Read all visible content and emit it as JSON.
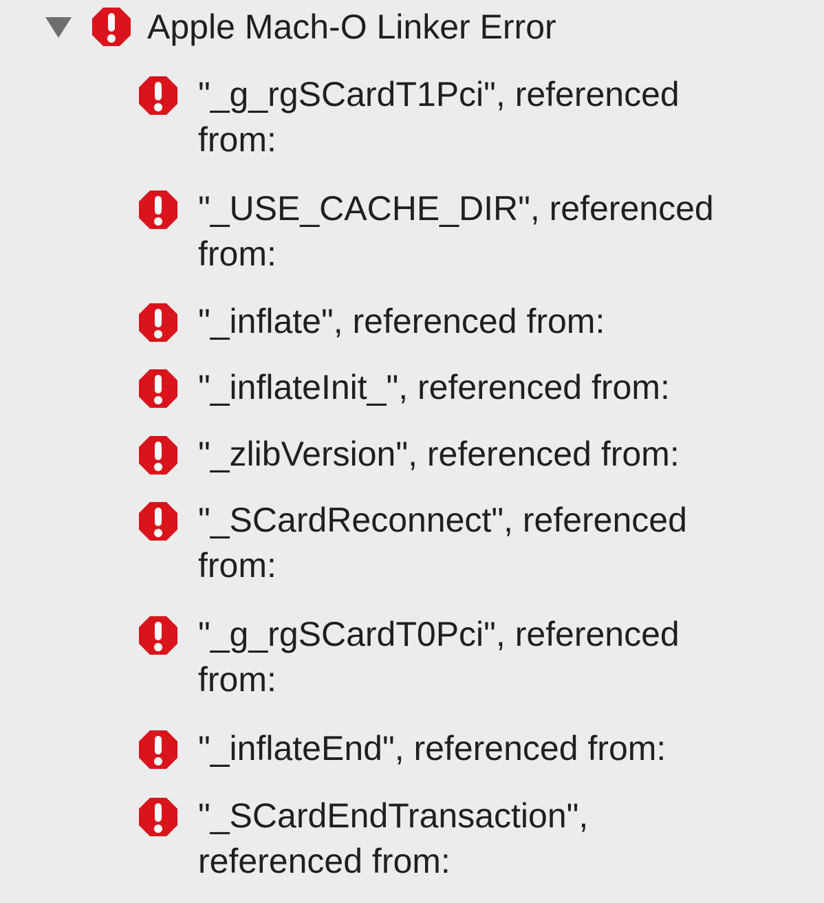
{
  "group": {
    "title": "Apple Mach-O Linker Error",
    "expanded": true
  },
  "issues": [
    {
      "text": "\"_g_rgSCardT1Pci\", referenced\nfrom:"
    },
    {
      "text": "\"_USE_CACHE_DIR\", referenced\nfrom:"
    },
    {
      "text": "\"_inflate\", referenced from:"
    },
    {
      "text": "\"_inflateInit_\", referenced from:"
    },
    {
      "text": "\"_zlibVersion\", referenced from:"
    },
    {
      "text": "\"_SCardReconnect\", referenced\nfrom:"
    },
    {
      "text": "\"_g_rgSCardT0Pci\", referenced\nfrom:"
    },
    {
      "text": "\"_inflateEnd\", referenced from:"
    },
    {
      "text": "\"_SCardEndTransaction\",\nreferenced from:"
    }
  ],
  "colors": {
    "error": "#d9141c",
    "background": "#ececec",
    "disclosure": "#6e6e6e"
  },
  "icons": {
    "disclosure": "disclosure-triangle-icon",
    "error": "error-octagon-icon"
  }
}
